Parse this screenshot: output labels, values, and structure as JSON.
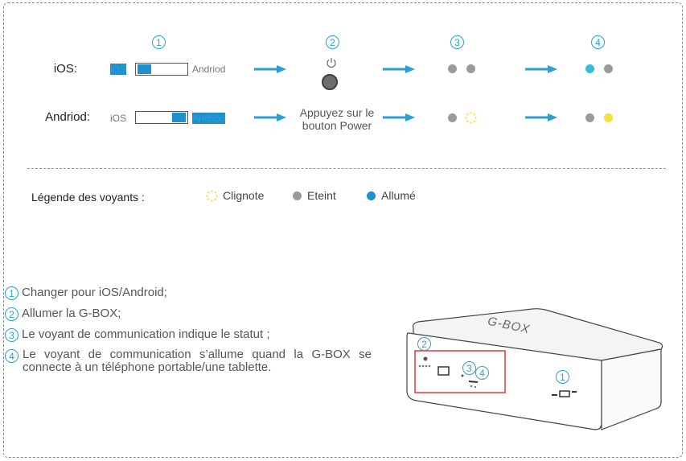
{
  "steps": [
    "1",
    "2",
    "3",
    "4"
  ],
  "rows": {
    "ios": {
      "label": "iOS:",
      "switch_left": "iOS",
      "switch_right": "Andriod"
    },
    "android": {
      "label": "Andriod:",
      "switch_left": "iOS",
      "switch_right": "Andriod",
      "step2_text_line1": "Appuyez sur le",
      "step2_text_line2": "bouton Power"
    }
  },
  "power_icon": "power-icon",
  "legend": {
    "title": "Légende des voyants :",
    "items": [
      {
        "label": "Clignote",
        "icon": "blink-icon"
      },
      {
        "label": "Eteint",
        "icon": "off-dot-icon"
      },
      {
        "label": "Allumé",
        "icon": "on-dot-icon"
      }
    ]
  },
  "instructions": [
    {
      "num": "1",
      "text": "Changer pour iOS/Android;"
    },
    {
      "num": "2",
      "text": "Allumer la G-BOX;"
    },
    {
      "num": "3",
      "text": "Le voyant de communication indique le statut ;"
    },
    {
      "num": "4",
      "text": "Le voyant de communication s’allume quand la G-BOX se connecte à un téléphone portable/une tablette."
    }
  ],
  "device": {
    "brand": "G-BOX",
    "callouts": [
      "1",
      "2",
      "3",
      "4"
    ]
  },
  "colors": {
    "accent": "#2a9fd6",
    "led_off": "#9a9a9a",
    "led_on_cyan": "#35bcd6",
    "led_yellow": "#f2e23a",
    "callout_box": "#e03a3a"
  }
}
